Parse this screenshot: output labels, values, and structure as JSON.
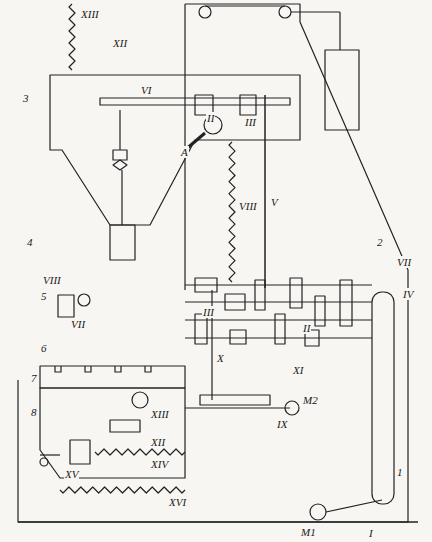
{
  "diagram": {
    "labels": [
      "XIII",
      "XII",
      "VI",
      "II",
      "III",
      "3",
      "A",
      "VIII",
      "V",
      "4",
      "2",
      "5",
      "VIII",
      "VII",
      "VII",
      "IV",
      "III",
      "6",
      "II",
      "X",
      "XI",
      "7",
      "IX",
      "M2",
      "8",
      "XIII",
      "XII",
      "XV",
      "XIV",
      "XVI",
      "1",
      "M1",
      "I"
    ]
  }
}
